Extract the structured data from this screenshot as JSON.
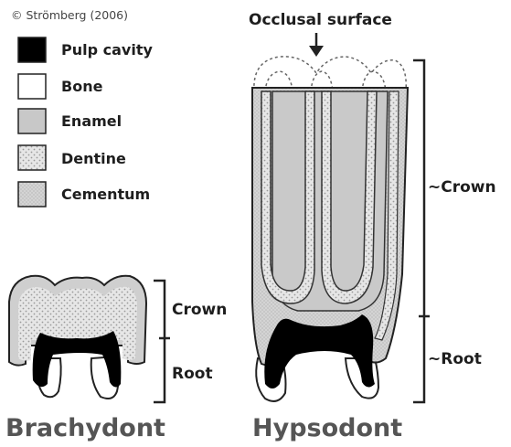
{
  "copyright": "© Strömberg (2006)",
  "legend": [
    {
      "name": "pulp-cavity",
      "label": "Pulp cavity",
      "color": "#000000",
      "pattern": "solid"
    },
    {
      "name": "bone",
      "label": "Bone",
      "color": "#ffffff",
      "pattern": "solid"
    },
    {
      "name": "enamel",
      "label": "Enamel",
      "color": "#c8c8c8",
      "pattern": "solid"
    },
    {
      "name": "dentine",
      "label": "Dentine",
      "color": "#e2e2e2",
      "pattern": "dots"
    },
    {
      "name": "cementum",
      "label": "Cementum",
      "color": "#cfcfcf",
      "pattern": "fine"
    }
  ],
  "brachydont": {
    "name": "Brachydont",
    "crown_label": "Crown",
    "root_label": "Root"
  },
  "hypsodont": {
    "name": "Hypsodont",
    "occlusal_label": "Occlusal surface",
    "crown_label": "~Crown",
    "root_label": "~Root"
  }
}
